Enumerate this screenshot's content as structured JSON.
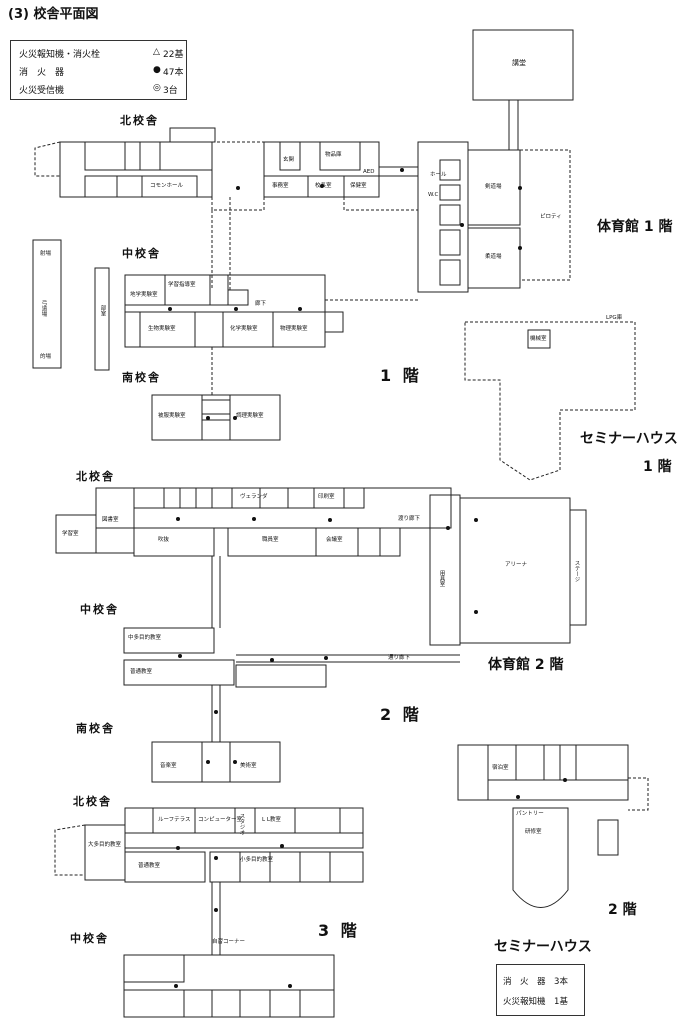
{
  "title": "(3) 校舎平面図",
  "legend": {
    "rows": [
      {
        "label": "火災報知機・消火栓",
        "symbol": "△",
        "count": "22基"
      },
      {
        "label": "消　火　器",
        "symbol": "●",
        "count": "47本"
      },
      {
        "label": "火災受信機",
        "symbol": "◎",
        "count": "3台"
      }
    ]
  },
  "floor1": {
    "north": "北校舎",
    "middle": "中校舎",
    "south": "南校舎",
    "floor_label": "1 階",
    "gym": "体育館 1 階",
    "seminar": "セミナーハウス",
    "seminar_floor": "1 階",
    "rooms": {
      "kodo": "講堂",
      "kendo": "剣道場",
      "judo": "柔道場",
      "piloti": "ピロティ",
      "shagekijo": "射場",
      "michi": "弓道場",
      "matoba": "的場",
      "bushitsu": "部室",
      "kikaishitsu": "機械室",
      "lpg": "LPG庫",
      "common": "コモンホール",
      "jimu": "事務室",
      "kocho": "校長室",
      "hoken": "保健室",
      "butsuko": "物品庫",
      "genkan": "玄関",
      "hall": "ホール",
      "chikaku": "地学実験室",
      "gakushu": "学習指導室",
      "seibutsu": "生物実験室",
      "kagaku": "化学実験室",
      "butsuri": "物理実験室",
      "hifuku": "被服実験室",
      "chori": "調理実験室",
      "wc": "W.C",
      "aed": "AED",
      "rouka": "廊下"
    }
  },
  "floor2": {
    "north": "北校舎",
    "middle": "中校舎",
    "south": "南校舎",
    "floor_label": "2 階",
    "gym": "体育館 2 階",
    "seminar_floor": "2 階",
    "seminar": "セミナーハウス",
    "rooms": {
      "tosho": "図書室",
      "gakushu": "学習室",
      "fukinuke": "吹抜",
      "shokuin": "職員室",
      "kaigi": "会議室",
      "arena": "アリーナ",
      "stage": "ステージ",
      "yoguko": "用具室",
      "veranda": "ヴェランダ",
      "insatsu": "印刷室",
      "watari": "渡り廊下",
      "tamokuteki": "中多目的教室",
      "futsu": "普通教室",
      "ongaku": "音楽室",
      "bijutsu": "美術室",
      "tsuki": "通り廊下",
      "shukuhaku": "宿泊室",
      "kenshu": "研修室",
      "pantry": "パントリー"
    }
  },
  "floor3": {
    "north": "北校舎",
    "middle": "中校舎",
    "floor_label": "3 階",
    "rooms": {
      "roof": "ルーフテラス",
      "computer": "コンピューター室",
      "ll": "L L教室",
      "studio": "スタジオ",
      "tamokuteki": "大多目的教室",
      "futsu": "普通教室",
      "shotamoku": "小多目的教室",
      "jishu": "自習コーナー"
    }
  },
  "seminar_legend": {
    "rows": [
      {
        "label": "消　火　器",
        "count": "3本"
      },
      {
        "label": "火災報知機",
        "count": "1基"
      }
    ]
  }
}
